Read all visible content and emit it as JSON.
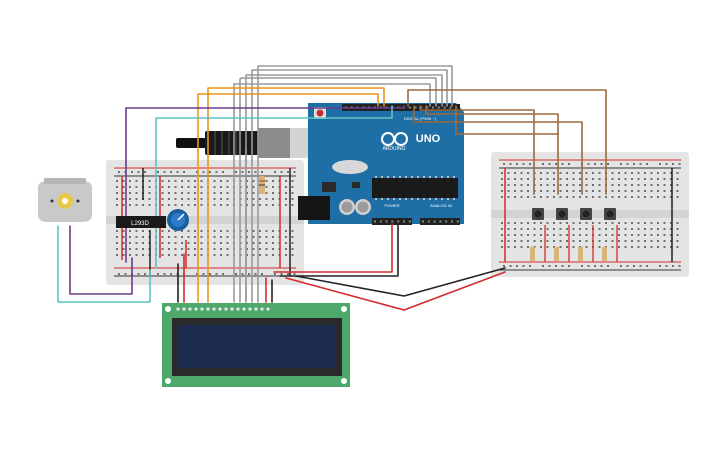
{
  "colors": {
    "background": "#ffffff",
    "breadboard": "#e4e4e4",
    "breadboard_hole": "#6f6f6f",
    "rail_red": "#d42b2b",
    "rail_black": "#333333",
    "arduino_board": "#1d6fa5",
    "lcd_pcb": "#4ea86a",
    "lcd_screen": "#1b2a4e",
    "wire_gray": "#9a9a9a",
    "wire_orange": "#e8961c",
    "wire_purple": "#6b3a8c",
    "wire_teal": "#5ec4c4",
    "wire_brown": "#9b6a3a",
    "wire_red": "#d42b2b",
    "wire_black": "#222222"
  },
  "components": {
    "arduino": {
      "model_label": "UNO",
      "brand_label": "ARDUINO",
      "digital_label": "DIGITAL (PWM ~)",
      "analog_label": "ANALOG IN",
      "power_label": "POWER",
      "icon": "infinity-logo-icon"
    },
    "motor_driver": {
      "label": "L293D"
    },
    "motor": {
      "icon": "dc-motor-icon"
    },
    "potentiometer": {
      "icon": "potentiometer-icon"
    },
    "lcd": {
      "icon": "lcd-16x2-icon"
    },
    "buttons": {
      "count": 4,
      "icon": "pushbutton-icon"
    },
    "resistors": {
      "icon": "resistor-icon"
    }
  }
}
